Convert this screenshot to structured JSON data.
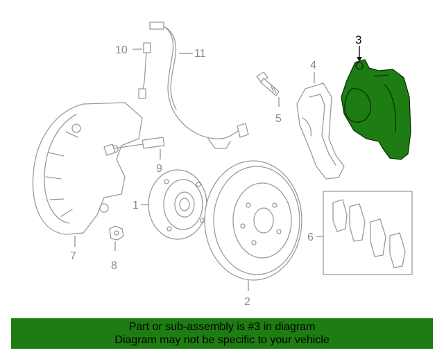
{
  "diagram": {
    "callouts": {
      "c1": "1",
      "c2": "2",
      "c3": "3",
      "c4": "4",
      "c5": "5",
      "c6": "6",
      "c7": "7",
      "c8": "8",
      "c9": "9",
      "c10": "10",
      "c11": "11"
    },
    "highlight_part": "3",
    "colors": {
      "highlight": "#1e7d12",
      "outline": "#9a9a9a",
      "banner": "#1e7d12"
    }
  },
  "banner": {
    "line1": "Part or sub-assembly is #3 in diagram",
    "line2": "Diagram may not be specific to your vehicle"
  }
}
